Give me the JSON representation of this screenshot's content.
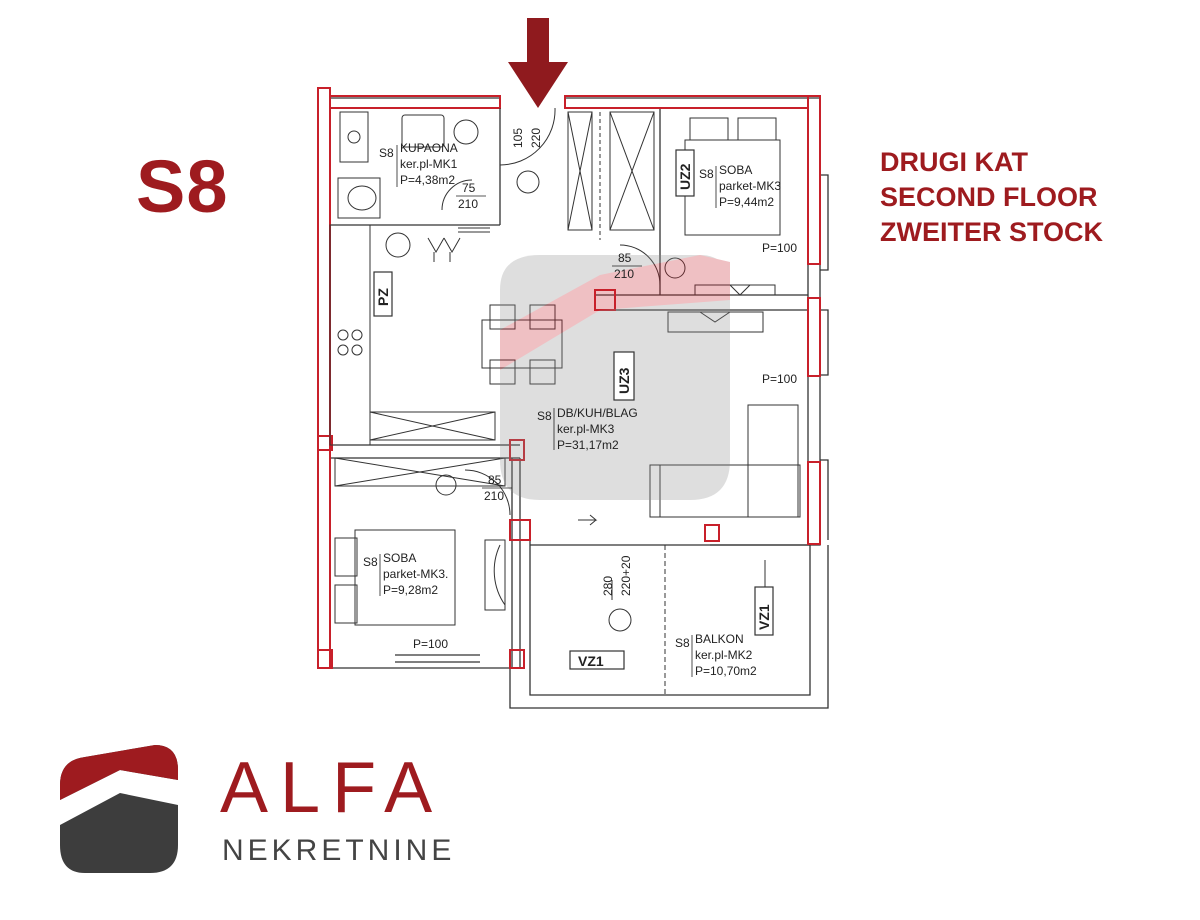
{
  "unit": "S8",
  "floor_labels": [
    "DRUGI KAT",
    "SECOND FLOOR",
    "ZWEITER STOCK"
  ],
  "brand": {
    "name": "ALFA",
    "subtitle": "NEKRETNINE"
  },
  "colors": {
    "accent": "#9e1b1f",
    "wall_outline": "#c8202a",
    "line": "#333333",
    "logo_dark": "#3d3d3d"
  },
  "rooms": {
    "bathroom": {
      "prefix": "S8",
      "name": "KUPAONA",
      "floor": "ker.pl-MK1",
      "area": "P=4,38m2",
      "door": [
        "75",
        "210"
      ]
    },
    "bedroom1": {
      "prefix": "S8",
      "name": "SOBA",
      "floor": "parket-MK3",
      "area": "P=9,44m2",
      "door": [
        "85",
        "210"
      ],
      "sill": "P=100"
    },
    "living": {
      "prefix": "S8",
      "name": "DB/KUH/BLAG",
      "floor": "ker.pl-MK3",
      "area": "P=31,17m2",
      "sill": "P=100"
    },
    "bedroom2": {
      "prefix": "S8",
      "name": "SOBA",
      "floor": "parket-MK3.",
      "area": "P=9,28m2",
      "door": [
        "85",
        "210"
      ],
      "sill": "P=100"
    },
    "balcony": {
      "prefix": "S8",
      "name": "BALKON",
      "floor": "ker.pl-MK2",
      "area": "P=10,70m2",
      "door": [
        "280",
        "220+20"
      ]
    }
  },
  "entrance_door": [
    "105",
    "220"
  ],
  "tags": {
    "pz": "PZ",
    "uz2": "UZ2",
    "uz3": "UZ3",
    "vz1_a": "VZ1",
    "vz1_b": "VZ1"
  }
}
